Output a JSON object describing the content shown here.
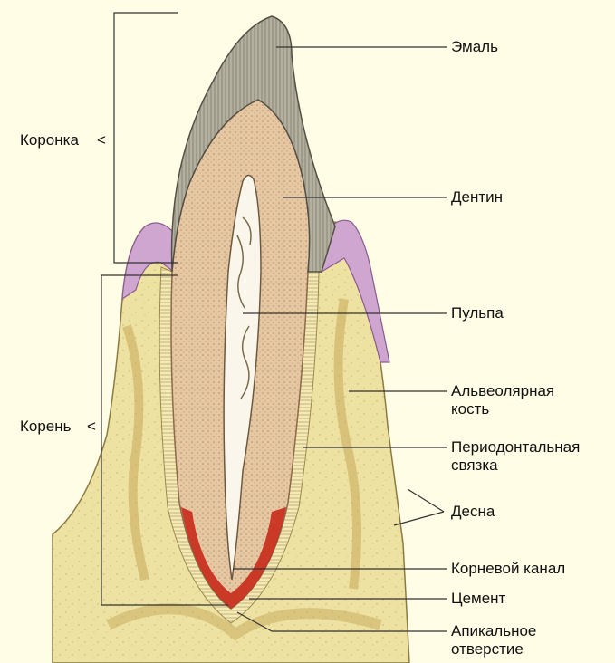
{
  "labels": {
    "crown": "Коронка",
    "crown_mark": "<",
    "root": "Корень",
    "root_mark": "<",
    "enamel": "Эмаль",
    "dentin": "Дентин",
    "pulp": "Пульпа",
    "alveolar_bone_1": "Альвеолярная",
    "alveolar_bone_2": "кость",
    "periodontal_1": "Периодонтальная",
    "periodontal_2": "связка",
    "gum": "Десна",
    "root_canal": "Корневой канал",
    "cement": "Цемент",
    "apical_1": "Апикальное",
    "apical_2": "отверстие"
  },
  "colors": {
    "background": "#fffde6",
    "bone": "#eee2a2",
    "bone_dark": "#d9c57a",
    "gum": "#cfa6d0",
    "enamel": "#a9a594",
    "dentin": "#e6c7a4",
    "pulp": "#fbf6ec",
    "apex_red": "#c62a1a",
    "ligament": "#f3eab8"
  }
}
